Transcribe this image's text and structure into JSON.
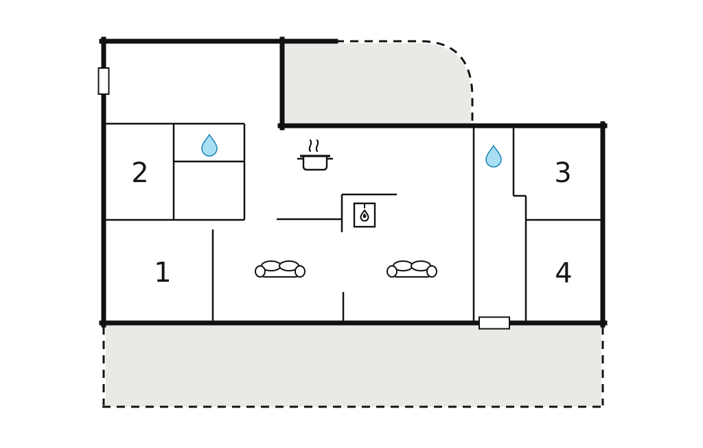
{
  "page": {
    "background": "#ffffff",
    "type": "floor-plan"
  },
  "floorplan": {
    "rooms": [
      {
        "id": "room-1",
        "label": "1"
      },
      {
        "id": "room-2",
        "label": "2"
      },
      {
        "id": "room-3",
        "label": "3"
      },
      {
        "id": "room-4",
        "label": "4"
      }
    ],
    "icons": {
      "bathroom_drop_left": "water-drop-icon",
      "bathroom_drop_right": "water-drop-icon",
      "kitchen": "cooking-pot-icon",
      "kitchen_steam": "steam-icon",
      "fireplace": "fireplace-icon",
      "sofa_left": "sofa-icon",
      "sofa_right": "sofa-icon",
      "window_left_wall": "window-icon",
      "door_bottom_wall": "door-icon"
    },
    "colors": {
      "wall": "#111111",
      "interior_wall": "#111111",
      "terrace_fill": "#e8eae6",
      "water_drop_fill": "#a9def5",
      "water_drop_stroke": "#2187b5",
      "label_color": "#161616",
      "background": "#ffffff"
    }
  }
}
